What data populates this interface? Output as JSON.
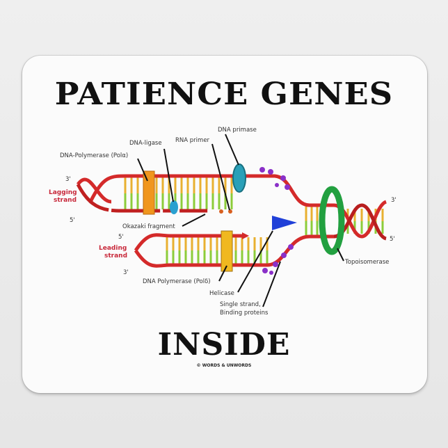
{
  "title": "PATIENCE GENES",
  "subtitle": "INSIDE",
  "copyright": "© WORDS & UNWORDS",
  "diagram": {
    "labels": {
      "dna_primase": "DNA primase",
      "rna_primer": "RNA primer",
      "dna_ligase": "DNA-ligase",
      "polymerase_alpha": "DNA-Polymerase (Polα)",
      "okazaki": "Okazaki fragment",
      "polymerase_delta": "DNA Polymerase (Polδ)",
      "helicase": "Helicase",
      "ssb_line1": "Single strand,",
      "ssb_line2": "Binding proteins",
      "topoisomerase": "Topoisomerase",
      "lagging_line1": "Lagging",
      "lagging_line2": "strand",
      "leading_line1": "Leading",
      "leading_line2": "strand",
      "lag_3": "3'",
      "lag_5": "5'",
      "lead_5": "5'",
      "lead_3": "3'",
      "right_3": "3'",
      "right_5": "5'"
    },
    "colors": {
      "backbone": "#d42a2a",
      "base_a": "#e8b030",
      "base_b": "#8ccc3a",
      "polymerase_alpha": "#f0961e",
      "polymerase_delta": "#f0b820",
      "primase": "#2aa0b8",
      "topoisomerase": "#22a040",
      "helicase": "#2040d8",
      "ssb": "#8a30c8"
    }
  }
}
